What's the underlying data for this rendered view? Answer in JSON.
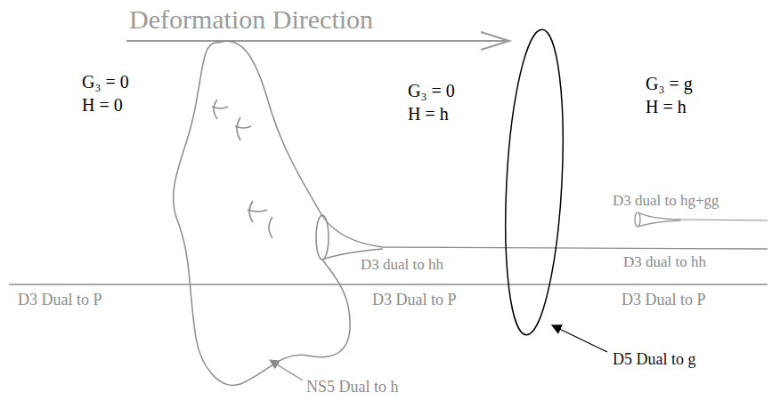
{
  "diagram": {
    "labels": [
      "Deformation Direction",
      "G₃ = 0",
      "H = 0",
      "G₃ = 0",
      "H = h",
      "G₃ = g",
      "H = h",
      "D3 dual to hg+gg",
      "D3 dual to hh",
      "D3 dual to hh",
      "D3 Dual to P",
      "D3 Dual to P",
      "D3 Dual to P",
      "NS5 Dual to h",
      "D5 Dual to g"
    ]
  }
}
